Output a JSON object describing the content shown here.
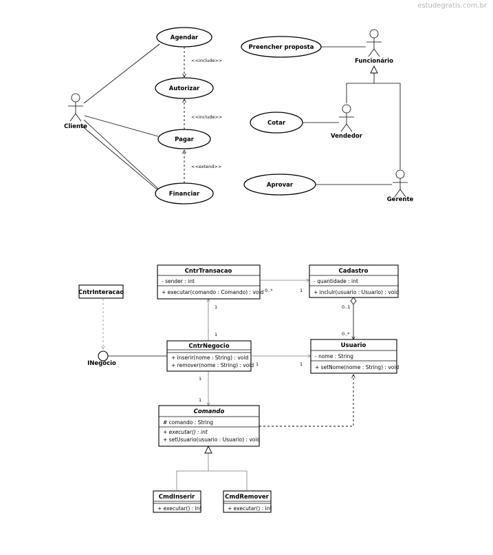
{
  "watermark": "estudegratis.com.br",
  "usecase_left": {
    "actor": "Cliente",
    "cases": [
      "Agendar",
      "Autorizar",
      "Pagar",
      "Financiar"
    ],
    "rel_include_1": "<<include>>",
    "rel_include_2": "<<include>>",
    "rel_extend": "<<extend>>"
  },
  "usecase_right": {
    "actors": [
      "Funcionário",
      "Vendedor",
      "Gerente"
    ],
    "cases": [
      "Preencher proposta",
      "Cotar",
      "Aprovar"
    ]
  },
  "class_diagram": {
    "cntr_transacao": {
      "name": "CntrTransacao",
      "attr": "- sender : int",
      "op": "+ executar(comando : Comando) : void"
    },
    "cadastro": {
      "name": "Cadastro",
      "attr": "- quantidade : int",
      "op": "+ incluir(usuario : Usuario) : void"
    },
    "cntr_interacao": {
      "name": "CntrInteracao"
    },
    "cntr_negocio": {
      "name": "CntrNegocio",
      "op1": "+ inserir(nome : String) : void",
      "op2": "+ remover(nome : String) : void"
    },
    "usuario": {
      "name": "Usuario",
      "attr": "- nome : String",
      "op": "+ setNome(nome : String) : void"
    },
    "comando": {
      "name": "Comando",
      "attr": "# comando : String",
      "op1": "+ executar() : int",
      "op2": "+ setUsuario(usuario : Usuario) : void"
    },
    "cmd_inserir": {
      "name": "CmdInserir",
      "op": "+ executar() : int"
    },
    "cmd_remover": {
      "name": "CmdRemover",
      "op": "+ executar() : int"
    },
    "interface_name": "INegocio",
    "mult": {
      "trans_cad_src": "0..*",
      "trans_cad_dst": "1",
      "neg_trans_top": "1",
      "neg_trans_bottom": "1",
      "cad_usu_top": "0..1",
      "cad_usu_bottom": "0..*",
      "neg_usu_src": "1",
      "neg_usu_dst": "1",
      "neg_com_top": "1",
      "neg_com_bottom": "1"
    }
  }
}
